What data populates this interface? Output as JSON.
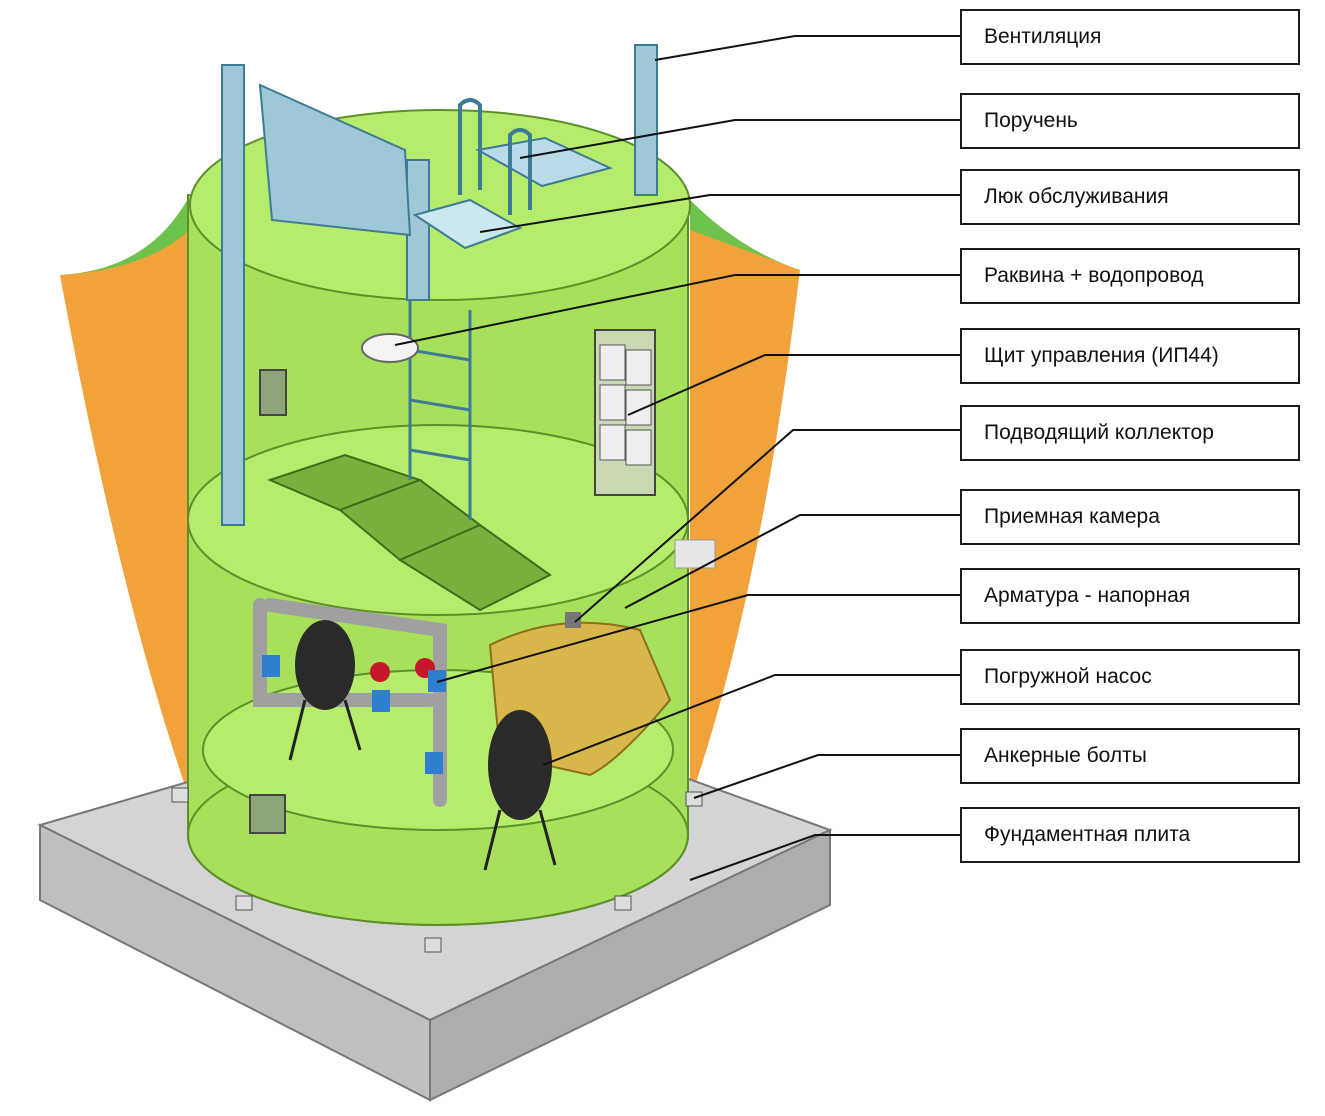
{
  "colors": {
    "tank_body": "#a7e05a",
    "tank_dark": "#86c640",
    "tank_top": "#b6eb6c",
    "soil": "#f2a23a",
    "grass": "#6cc24a",
    "concrete_top": "#d4d4d4",
    "concrete_side": "#b7b7b7",
    "pipe": "#9ec8d6",
    "pump": "#2a2a2a",
    "valve": "#c8162a",
    "fitting_blue": "#2f7fd0",
    "sediment": "#d9b64a"
  },
  "labels": [
    {
      "id": "ventilation",
      "text": "Вентиляция"
    },
    {
      "id": "handrail",
      "text": "Поручень"
    },
    {
      "id": "service-hatch",
      "text": "Люк обслуживания"
    },
    {
      "id": "sink-water",
      "text": "Раквина + водопровод"
    },
    {
      "id": "control-panel",
      "text": "Щит управления (ИП44)"
    },
    {
      "id": "inlet-collector",
      "text": "Подводящий коллектор"
    },
    {
      "id": "receiving-chamber",
      "text": "Приемная камера"
    },
    {
      "id": "pressure-fittings",
      "text": "Арматура - напорная"
    },
    {
      "id": "submersible-pump",
      "text": "Погружной насос"
    },
    {
      "id": "anchor-bolts",
      "text": "Анкерные болты"
    },
    {
      "id": "foundation-slab",
      "text": "Фундаментная плита"
    }
  ]
}
